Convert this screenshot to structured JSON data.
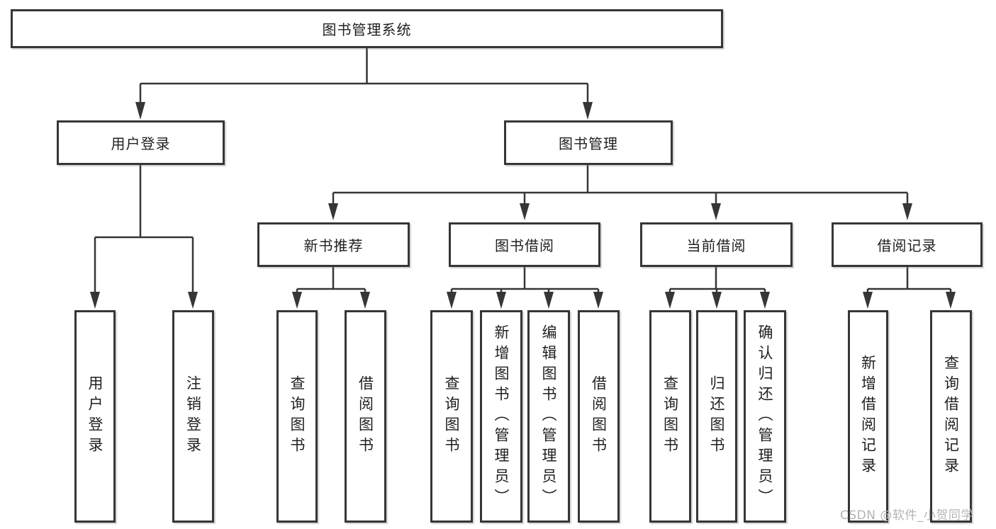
{
  "colors": {
    "line": "#363636",
    "box_border": "#363636",
    "box_background": "#ffffff",
    "text": "#1f1f1f",
    "watermark": "#b4b4b4"
  },
  "root": {
    "label": "图书管理系统"
  },
  "login": {
    "label": "用户登录",
    "children": [
      {
        "label": "用户登录"
      },
      {
        "label": "注销登录"
      }
    ]
  },
  "management": {
    "label": "图书管理",
    "groups": [
      {
        "label": "新书推荐",
        "children": [
          {
            "label": "查询图书"
          },
          {
            "label": "借阅图书"
          }
        ]
      },
      {
        "label": "图书借阅",
        "children": [
          {
            "label": "查询图书"
          },
          {
            "label": "新增图书（管理员）"
          },
          {
            "label": "编辑图书（管理员）"
          },
          {
            "label": "借阅图书"
          }
        ]
      },
      {
        "label": "当前借阅",
        "children": [
          {
            "label": "查询图书"
          },
          {
            "label": "归还图书"
          },
          {
            "label": "确认归还（管理员）"
          }
        ]
      },
      {
        "label": "借阅记录",
        "children": [
          {
            "label": "新增借阅记录"
          },
          {
            "label": "查询借阅记录"
          }
        ]
      }
    ]
  },
  "watermark": "CSDN @软件_小贺同学"
}
